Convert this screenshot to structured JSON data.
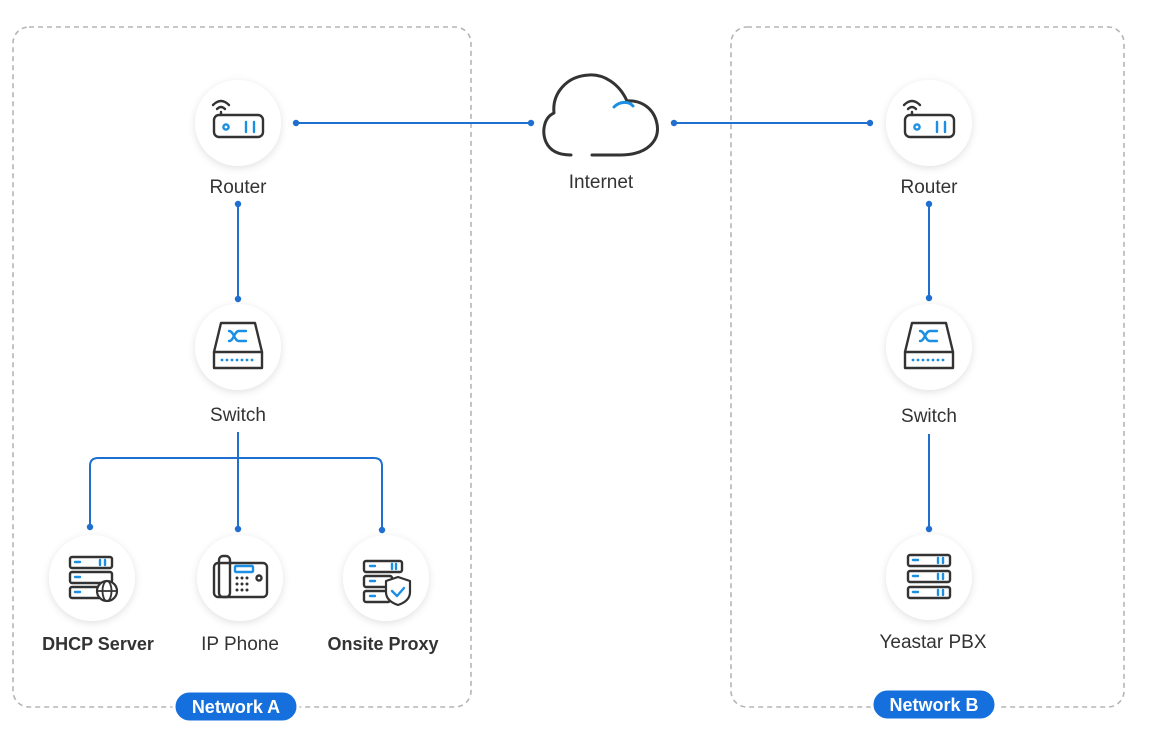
{
  "colors": {
    "accent": "#1f6fd0",
    "icon_accent": "#1a8fe3",
    "frame": "#b5b5b5",
    "text": "#333333",
    "badge_bg": "#1570dd"
  },
  "networks": [
    {
      "name": "Network A"
    },
    {
      "name": "Network B"
    }
  ],
  "internet": {
    "label": "Internet",
    "icon": "cloud-icon"
  },
  "network_a": {
    "router": {
      "label": "Router",
      "icon": "router-icon"
    },
    "switch": {
      "label": "Switch",
      "icon": "switch-icon"
    },
    "devices": [
      {
        "label": "DHCP Server",
        "icon": "dhcp-server-icon"
      },
      {
        "label": "IP Phone",
        "icon": "ip-phone-icon"
      },
      {
        "label": "Onsite Proxy",
        "icon": "onsite-proxy-icon"
      }
    ]
  },
  "network_b": {
    "router": {
      "label": "Router",
      "icon": "router-icon"
    },
    "switch": {
      "label": "Switch",
      "icon": "switch-icon"
    },
    "pbx": {
      "label": "Yeastar PBX",
      "icon": "pbx-server-icon"
    }
  }
}
